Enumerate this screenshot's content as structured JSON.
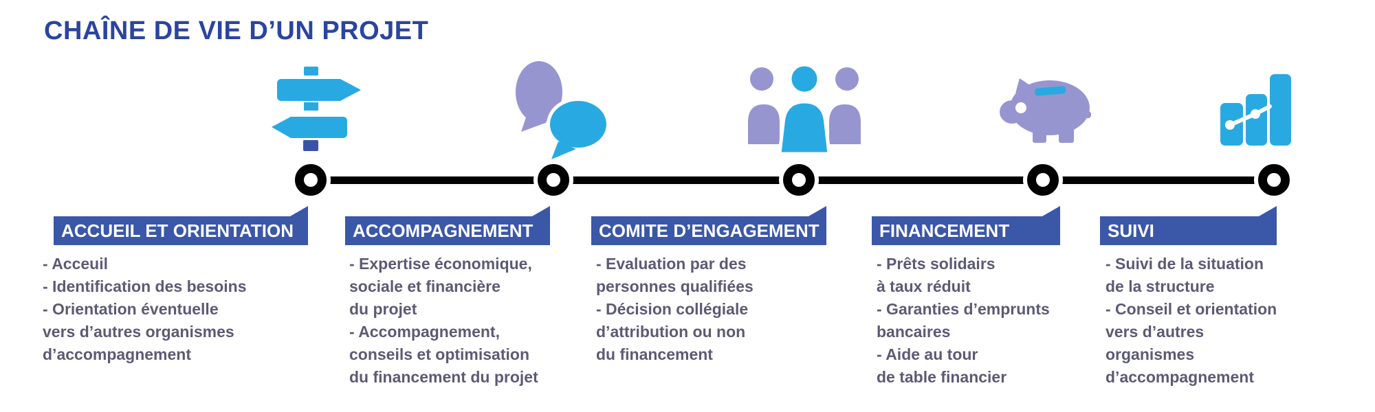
{
  "title": "CHAÎNE DE VIE D’UN PROJET",
  "colors": {
    "title_blue": "#2b44a0",
    "banner_blue": "#3a57a8",
    "cyan": "#29a9e1",
    "dark_blue": "#3a53a8",
    "lavender": "#9795d0",
    "body_text": "#5c5a74",
    "timeline_black": "#000000"
  },
  "timeline": {
    "node_count": 5
  },
  "stages": [
    {
      "label": "ACCUEIL ET ORIENTATION",
      "icon": "signpost-icon",
      "details": "- Acceuil\n- Identification des besoins\n- Orientation éventuelle\nvers d’autres organismes\nd’accompagnement"
    },
    {
      "label": "ACCOMPAGNEMENT",
      "icon": "speech-bubbles-icon",
      "details": "- Expertise économique,\nsociale et financière\ndu projet\n- Accompagnement,\nconseils et optimisation\ndu financement du projet"
    },
    {
      "label": "COMITE D’ENGAGEMENT",
      "icon": "people-group-icon",
      "details": "- Evaluation par des\npersonnes qualifiées\n- Décision collégiale\nd’attribution ou non\ndu financement"
    },
    {
      "label": "FINANCEMENT",
      "icon": "piggy-bank-icon",
      "details": "- Prêts solidairs\nà taux réduit\n- Garanties d’emprunts\nbancaires\n- Aide au tour\nde table financier"
    },
    {
      "label": "SUIVI",
      "icon": "bar-chart-icon",
      "details": "- Suivi de la situation\nde la structure\n- Conseil et orientation\nvers d’autres\norganismes\nd’accompagnement"
    }
  ]
}
